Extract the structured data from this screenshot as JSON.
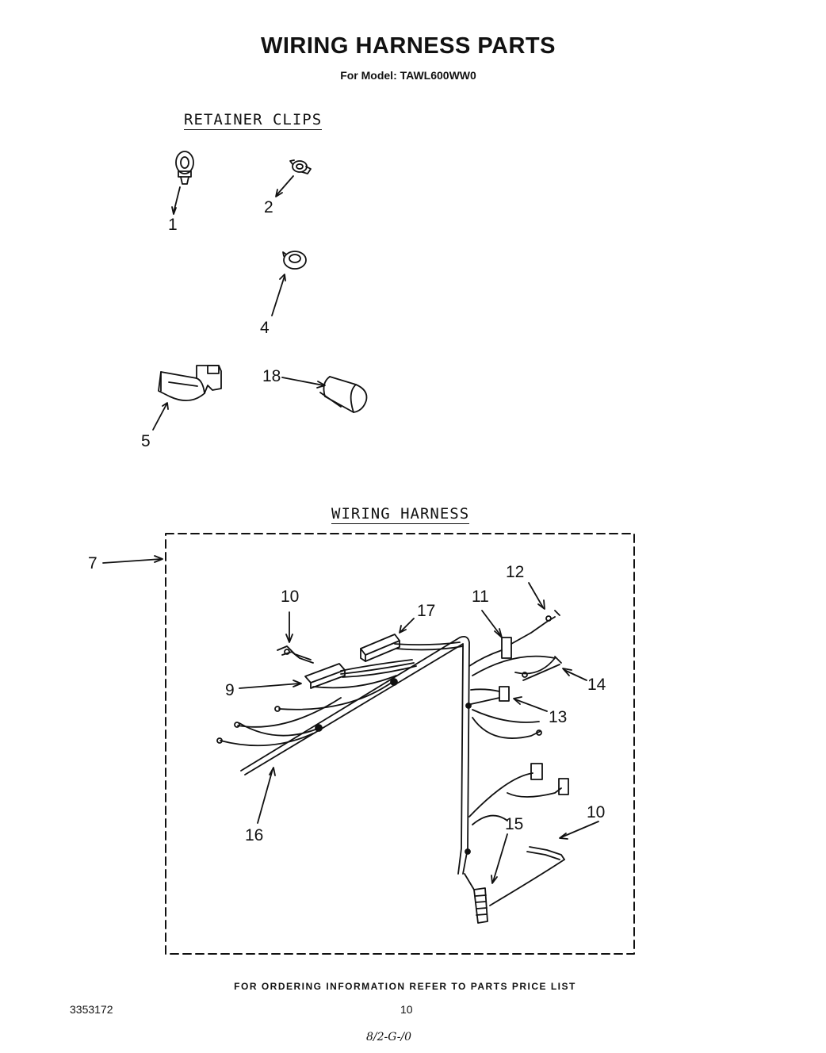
{
  "header": {
    "title": "WIRING HARNESS PARTS",
    "model_line": "For Model: TAWL600WW0"
  },
  "sections": {
    "retainer_clips": "RETAINER CLIPS",
    "wiring_harness": "WIRING HARNESS"
  },
  "callouts": {
    "clip_1": "1",
    "clip_2": "2",
    "clip_4": "4",
    "clip_5": "5",
    "clip_18": "18",
    "harness_7": "7",
    "part_10_top": "10",
    "part_17": "17",
    "part_11": "11",
    "part_12": "12",
    "part_9": "9",
    "part_14": "14",
    "part_13": "13",
    "part_16": "16",
    "part_15": "15",
    "part_10_bottom": "10"
  },
  "footer": {
    "ordering_note": "FOR ORDERING INFORMATION REFER TO PARTS PRICE LIST",
    "doc_number": "3353172",
    "page_number": "10",
    "handwritten_note": "8/2-G-/0"
  }
}
